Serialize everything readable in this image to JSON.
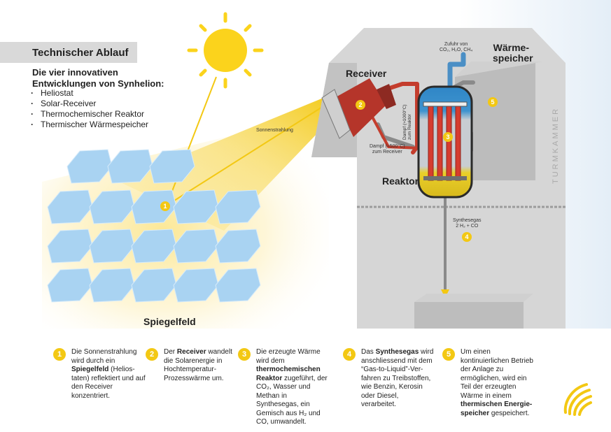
{
  "header": {
    "title": "Technischer Ablauf",
    "intro_line1": "Die vier innovativen",
    "intro_line2": "Entwicklungen von Synhelion:",
    "list": [
      "Heliostat",
      "Solar-Receiver",
      "Thermochemischer Reaktor",
      "Thermischer Wärmespeicher"
    ]
  },
  "diagram": {
    "sun_label": "Sonnenstrahlung",
    "receiver_label": "Receiver",
    "reactor_label": "Reaktor",
    "storage_label_line1": "Wärme-",
    "storage_label_line2": "speicher",
    "tower_label": "TURMKAMMER",
    "mirror_field_label": "Spiegelfeld",
    "feed_label_line1": "Zufuhr von",
    "feed_label_line2": "CO₂, H₂O, CH₄",
    "steam_hot_line1": "Dampf (≈1000°C)",
    "steam_hot_line2": "zum Reaktor",
    "steam_cold_line1": "Dampf (≈500°C)",
    "steam_cold_line2": "zum Receiver",
    "syngas_line1": "Synthesegas",
    "syngas_line2": "2 H₂ + CO",
    "markers": [
      "1",
      "2",
      "3",
      "4",
      "5"
    ]
  },
  "captions": [
    {
      "num": "1",
      "parts": [
        [
          "Die Sonnenstrahlung wird durch ein ",
          false
        ],
        [
          "Spiegelfeld",
          true
        ],
        [
          " (Helios­taten) reflektiert und auf den Receiver konzentriert.",
          false
        ]
      ]
    },
    {
      "num": "2",
      "parts": [
        [
          "Der ",
          false
        ],
        [
          "Receiver",
          true
        ],
        [
          " wandelt die Solarenergie in Hochtemperatur-Prozesswärme um.",
          false
        ]
      ]
    },
    {
      "num": "3",
      "parts": [
        [
          "Die erzeugte Wärme wird dem ",
          false
        ],
        [
          "thermochemischen Reaktor",
          true
        ],
        [
          " zugeführt, der CO₂, Wasser und Methan in Synthesegas, ein Gemisch aus H₂ und CO, umwandelt.",
          false
        ]
      ]
    },
    {
      "num": "4",
      "parts": [
        [
          "Das ",
          false
        ],
        [
          "Synthesegas",
          true
        ],
        [
          " wird anschliessend mit dem “Gas-to-Liquid”-Ver­fahren zu Treibstoffen, wie Benzin, Kerosin oder Diesel, verarbeitet.",
          false
        ]
      ]
    },
    {
      "num": "5",
      "parts": [
        [
          "Um einen kontinuierlichen Betrieb der Anlage zu ermöglichen, wird ein Teil der erzeugten Wärme in einem ",
          false
        ],
        [
          "thermischen Energie­speicher",
          true
        ],
        [
          " gespeichert.",
          false
        ]
      ]
    }
  ],
  "colors": {
    "sun": "#fbd31c",
    "beam": "#f7d94a",
    "mirror": "#a9d3f2",
    "receiver": "#b5352a",
    "tower": "#d6d6d6",
    "storage": "#bdbdbd",
    "reactor_top": "#2f86c6",
    "reactor_bottom": "#e9cf2a",
    "marker": "#f3c813"
  }
}
